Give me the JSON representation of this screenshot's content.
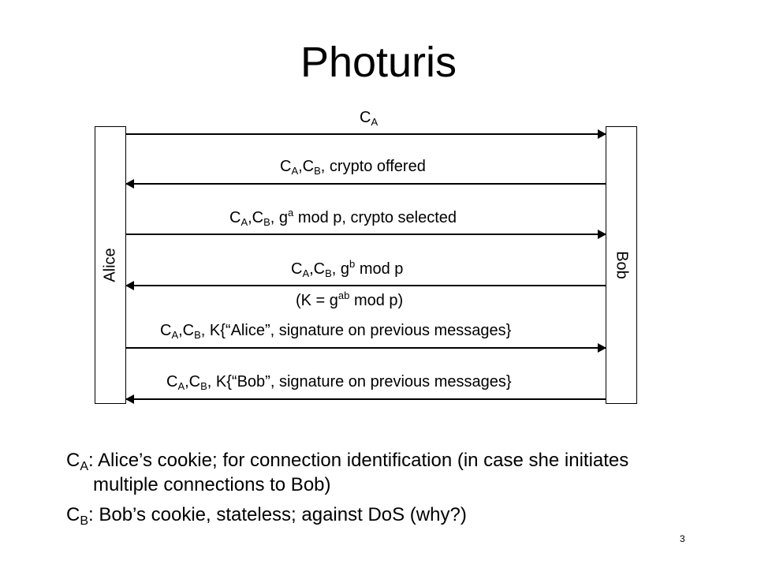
{
  "title": "Photuris",
  "participants": {
    "left": "Alice",
    "right": "Bob"
  },
  "messages": {
    "m1": {
      "c": "C",
      "a": "A"
    },
    "m2": {
      "c1": "C",
      "a": "A",
      "c2": ",C",
      "b": "B",
      "rest": ", crypto offered"
    },
    "m3": {
      "c1": "C",
      "a": "A",
      "c2": ",C",
      "b": "B",
      "pre": ", g",
      "exp": "a",
      "rest": " mod p, crypto selected"
    },
    "m4": {
      "c1": "C",
      "a": "A",
      "c2": ",C",
      "b": "B",
      "pre": ", g",
      "exp": "b",
      "rest": " mod p"
    },
    "key": {
      "pre": "(K = g",
      "exp": "ab",
      "rest": " mod p)"
    },
    "m5": {
      "c1": "C",
      "a": "A",
      "c2": ",C",
      "b": "B",
      "rest": ", K{“Alice”, signature on previous messages}"
    },
    "m6": {
      "c1": "C",
      "a": "A",
      "c2": ",C",
      "b": "B",
      "rest": ", K{“Bob”, signature on previous messages}"
    }
  },
  "notes": {
    "ca": {
      "c": "C",
      "sub": "A",
      "text": ":  Alice’s cookie; for connection identification (in case she initiates",
      "cont": "multiple connections to Bob)"
    },
    "cb": {
      "c": "C",
      "sub": "B",
      "text": ":  Bob’s cookie, stateless; against DoS (why?)"
    }
  },
  "page_number": "3"
}
